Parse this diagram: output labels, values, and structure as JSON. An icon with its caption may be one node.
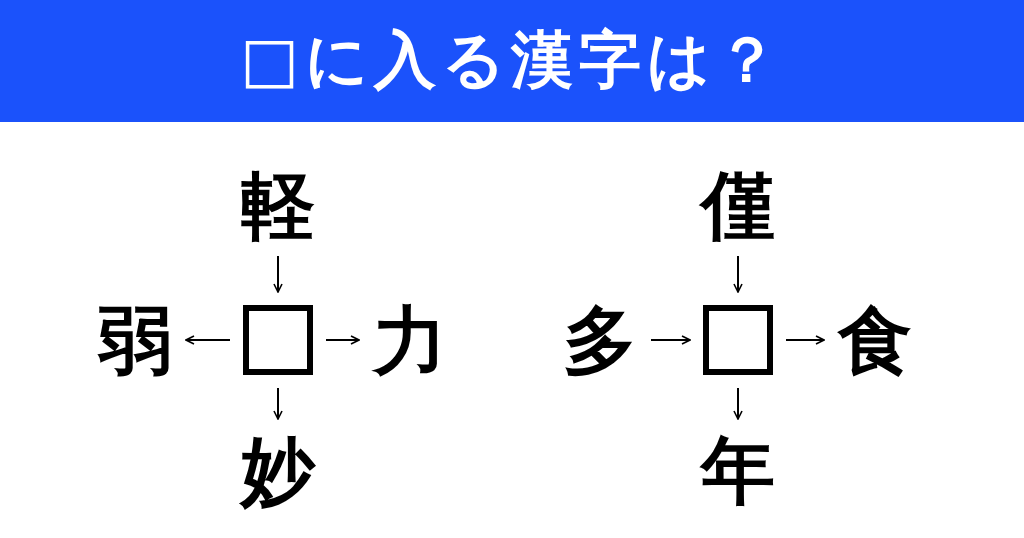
{
  "diagram": {
    "title": "□に入る漢字は？",
    "nodes": [
      {
        "text": [
          "軽"
        ]
      },
      {
        "text": [
          "弱"
        ]
      },
      {
        "text": [],
        "shape": "box"
      },
      {
        "text": [
          "力"
        ]
      },
      {
        "text": [
          "妙"
        ]
      },
      {
        "text": [
          "僅"
        ]
      },
      {
        "text": [
          "多"
        ]
      },
      {
        "text": [],
        "shape": "box"
      },
      {
        "text": [
          "食"
        ]
      },
      {
        "text": [
          "年"
        ]
      }
    ],
    "edges": [
      {
        "from": 0,
        "to": 2,
        "arrow": "to"
      },
      {
        "from": 2,
        "to": 1,
        "arrow": "to"
      },
      {
        "from": 2,
        "to": 3,
        "arrow": "to"
      },
      {
        "from": 2,
        "to": 4,
        "arrow": "to"
      },
      {
        "from": 5,
        "to": 7,
        "arrow": "to"
      },
      {
        "from": 6,
        "to": 7,
        "arrow": "to"
      },
      {
        "from": 7,
        "to": 8,
        "arrow": "to"
      },
      {
        "from": 7,
        "to": 9,
        "arrow": "to"
      }
    ]
  }
}
